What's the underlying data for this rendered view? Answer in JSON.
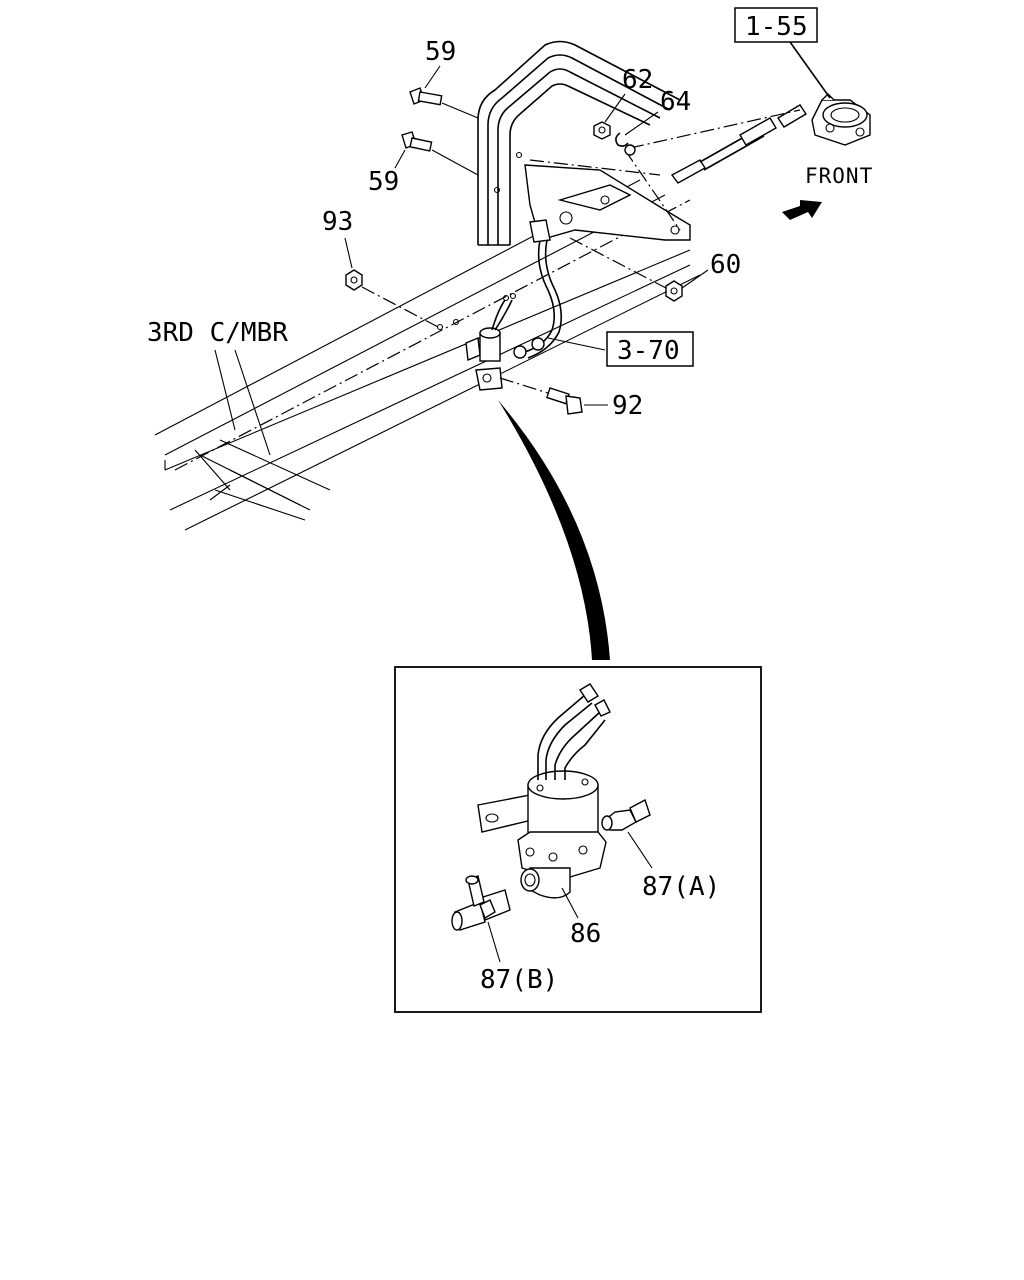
{
  "callouts": {
    "ref_1_55": "1-55",
    "p59_top": "59",
    "p59_mid": "59",
    "p62": "62",
    "p64": "64",
    "front": "FRONT",
    "p93": "93",
    "p60": "60",
    "frame_label": "3RD C/MBR",
    "ref_3_70": "3-70",
    "p92": "92"
  },
  "detail": {
    "p87a": "87(A)",
    "p86": "86",
    "p87b": "87(B)"
  }
}
